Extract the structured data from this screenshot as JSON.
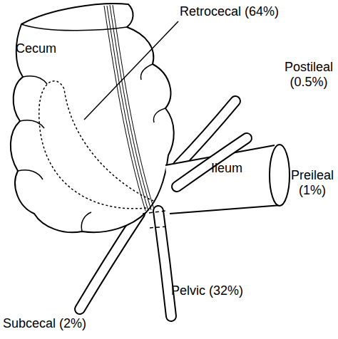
{
  "diagram": {
    "labels": [
      "Retrocecal (64%)",
      "Cecum",
      "Postileal (0.5%)",
      "Preileal (1%)",
      "Ileum",
      "Pelvic (32%)",
      "Subcecal (2%)"
    ]
  }
}
